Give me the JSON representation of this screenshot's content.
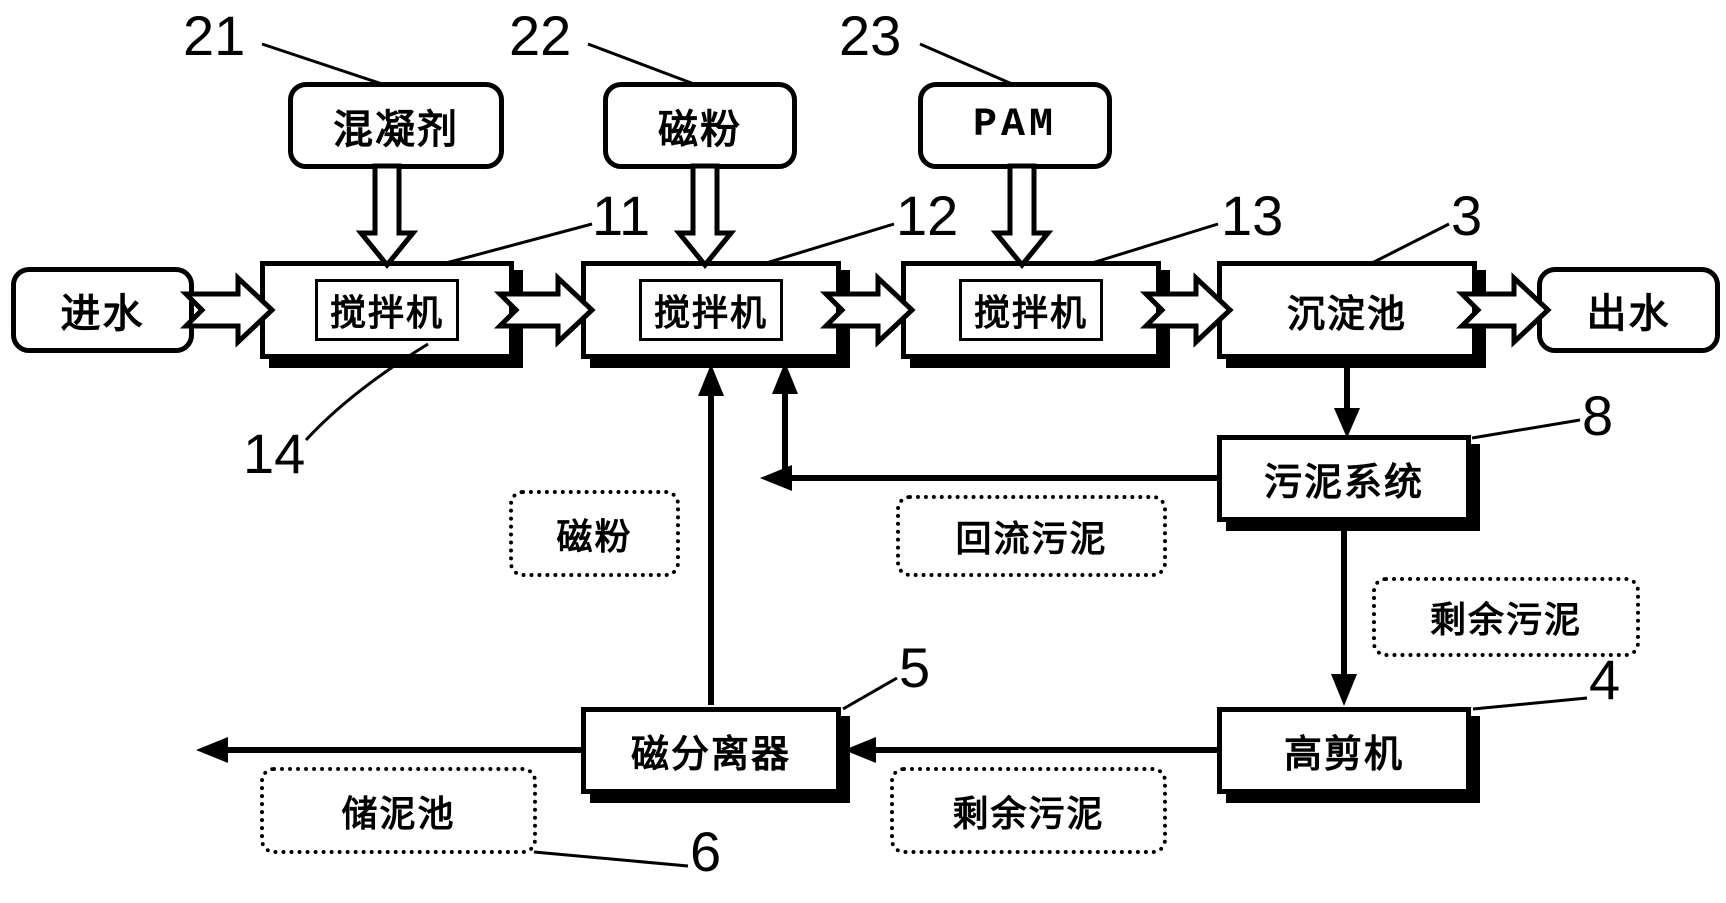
{
  "figure": {
    "type": "flow-diagram",
    "language": "zh",
    "nodes": {
      "influent": "进水",
      "mixer1": "搅拌机",
      "mixer2": "搅拌机",
      "mixer3": "搅拌机",
      "sedimentation": "沉淀池",
      "effluent": "出水",
      "coagulant": "混凝剂",
      "magnetic_powder": "磁粉",
      "pam": "PAM",
      "sludge_system": "污泥系统",
      "magnetic_separator": "磁分离器",
      "high_shear": "高剪机"
    },
    "flow_labels": {
      "magnetic_powder_recycle": "磁粉",
      "return_sludge": "回流污泥",
      "excess_sludge_upper": "剩余污泥",
      "excess_sludge_lower": "剩余污泥",
      "sludge_storage": "储泥池"
    },
    "refs": {
      "coagulant": "21",
      "magnetic_powder": "22",
      "pam": "23",
      "mixer1": "11",
      "mixer2": "12",
      "mixer3": "13",
      "sedimentation": "3",
      "agitator": "14",
      "sludge_system": "8",
      "magnetic_separator": "5",
      "high_shear": "4",
      "sludge_storage": "6"
    },
    "colors": {
      "ink": "#000000",
      "background": "#ffffff"
    }
  }
}
